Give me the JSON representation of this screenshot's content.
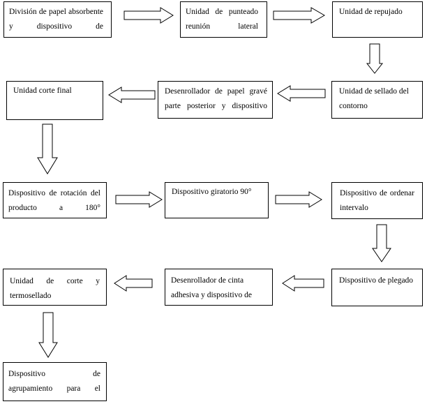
{
  "boxes": {
    "b1": "División de papel absorbente y dispositivo de",
    "b2": "Unidad de punteado reunión lateral",
    "b3": "Unidad de repujado",
    "b4": "Unidad de sellado del contorno",
    "b5": "Desenrollador de papel gravé parte posterior y dispositivo",
    "b6": "Unidad corte final",
    "b7": "Dispositivo de rotación del producto a 180°",
    "b8": "Dispositivo giratorio 90°",
    "b9": "Dispositivo de ordenar intervalo",
    "b10": "Dispositivo de plegado",
    "b11": "Desenrollador de cinta adhesiva y dispositivo de",
    "b12": "Unidad de corte y termosellado",
    "b13": "Dispositivo de agrupamiento para el"
  }
}
